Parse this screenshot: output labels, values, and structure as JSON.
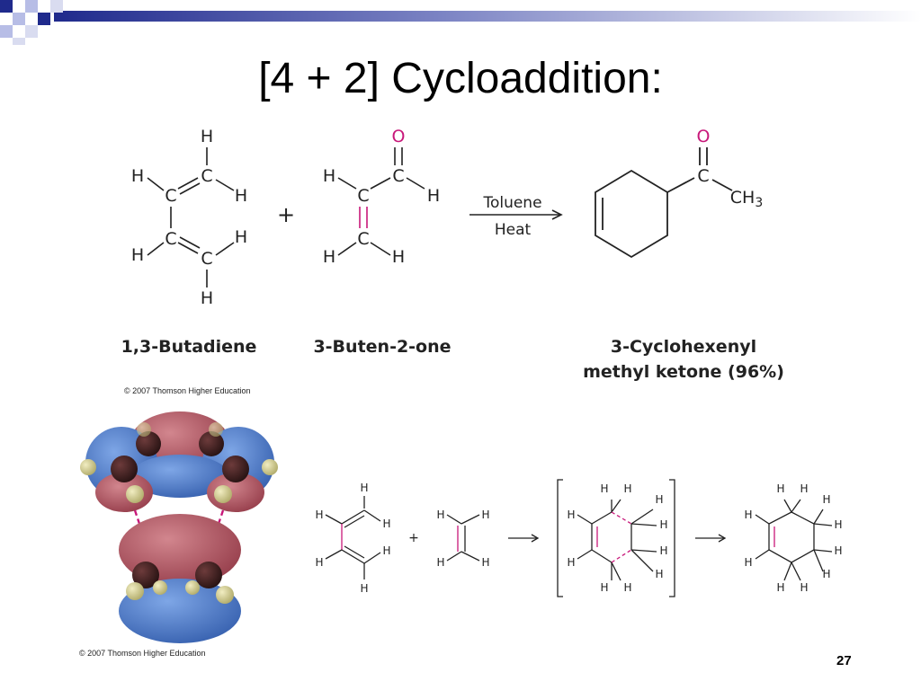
{
  "slide": {
    "title": "[4 + 2] Cycloaddition:",
    "page_number": "27",
    "colors": {
      "deco_navy": "#1f2a8c",
      "deco_lavender": "#b7bde6",
      "oxygen_magenta": "#c8187a",
      "orbital_red": "#a84a55",
      "orbital_blue": "#3a66b8"
    }
  },
  "top_scheme": {
    "atoms": {
      "H": "H",
      "C": "C",
      "O": "O",
      "CH3": "CH3",
      "CH": "CH",
      "sub3": "3"
    },
    "plus": "+",
    "condition_top": "Toluene",
    "condition_bottom": "Heat",
    "name_diene": "1,3-Butadiene",
    "name_dienophile": "3-Buten-2-one",
    "name_product_line1": "3-Cyclohexenyl",
    "name_product_line2": "methyl ketone (96%)",
    "copyright": "© 2007 Thomson Higher Education"
  },
  "bottom_scheme": {
    "atom_h": "H",
    "plus": "+",
    "copyright": "© 2007 Thomson Higher Education"
  }
}
